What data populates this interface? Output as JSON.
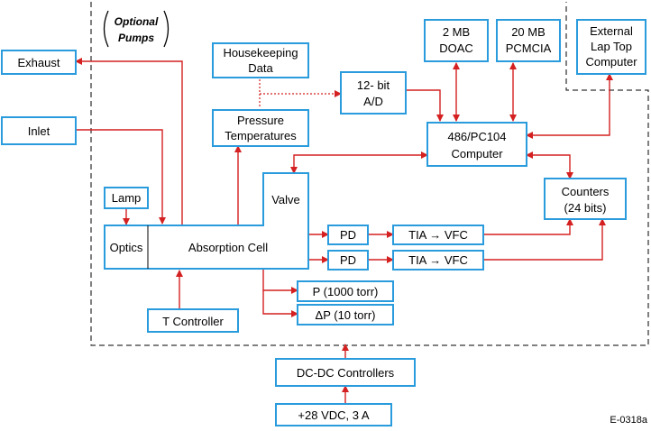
{
  "labels": {
    "optional_pumps_1": "Optional",
    "optional_pumps_2": "Pumps",
    "exhaust": "Exhaust",
    "inlet": "Inlet",
    "housekeeping_1": "Housekeeping",
    "housekeeping_2": "Data",
    "pressure_1": "Pressure",
    "pressure_2": "Temperatures",
    "adc_1": "12- bit",
    "adc_2": "A/D",
    "doac_1": "2 MB",
    "doac_2": "DOAC",
    "pcmcia_1": "20 MB",
    "pcmcia_2": "PCMCIA",
    "laptop_1": "External",
    "laptop_2": "Lap Top",
    "laptop_3": "Computer",
    "computer_1": "486/PC104",
    "computer_2": "Computer",
    "lamp": "Lamp",
    "valve": "Valve",
    "counters_1": "Counters",
    "counters_2": "(24 bits)",
    "optics": "Optics",
    "absorption": "Absorption Cell",
    "pd1": "PD",
    "pd2": "PD",
    "tia1": "TIA → VFC",
    "tia2": "TIA → VFC",
    "p1000": "P (1000 torr)",
    "dp10": "ΔP (10 torr)",
    "tcontroller": "T Controller",
    "dcdc": "DC-DC  Controllers",
    "power": "+28 VDC, 3 A",
    "figure_id": "E-0318a"
  },
  "colors": {
    "box_border": "#2a9bdc",
    "wire": "#d42020"
  }
}
